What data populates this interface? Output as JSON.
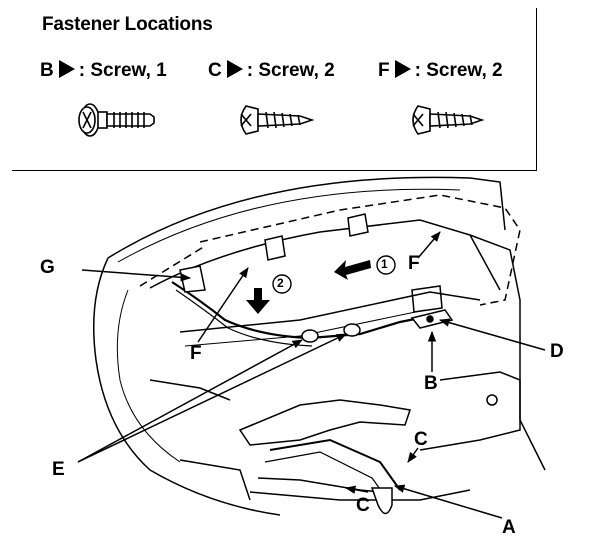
{
  "title": "Fastener Locations",
  "legend": [
    {
      "letter": "B",
      "text": ": Screw, 1"
    },
    {
      "letter": "C",
      "text": ": Screw, 2"
    },
    {
      "letter": "F",
      "text": ": Screw, 2"
    }
  ],
  "callouts": {
    "g": "G",
    "f_top": "F",
    "f_left": "F",
    "d": "D",
    "b": "B",
    "c_right": "C",
    "c_bottom": "C",
    "e": "E",
    "a": "A"
  },
  "steps": {
    "one": "1",
    "two": "2"
  }
}
